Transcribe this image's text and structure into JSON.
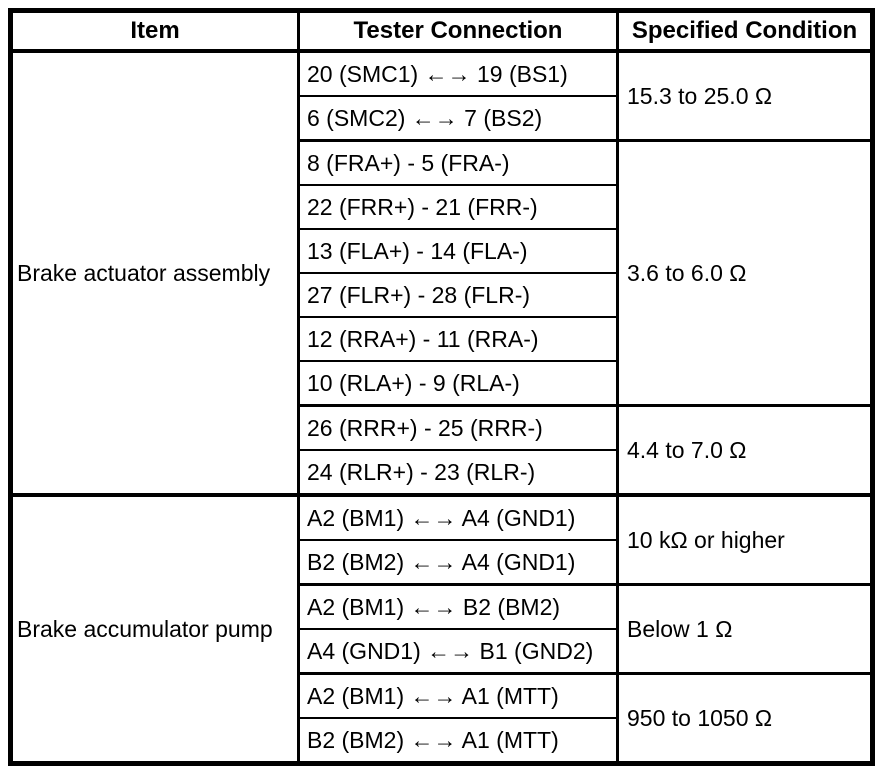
{
  "table": {
    "headers": [
      "Item",
      "Tester Connection",
      "Specified Condition"
    ],
    "sections": [
      {
        "item": "Brake actuator assembly",
        "groups": [
          {
            "connections": [
              "20 (SMC1) ←→ 19 (BS1)",
              "6 (SMC2) ←→ 7 (BS2)"
            ],
            "condition": "15.3 to 25.0 Ω"
          },
          {
            "connections": [
              "8 (FRA+) - 5 (FRA-)",
              "22 (FRR+) - 21 (FRR-)",
              "13 (FLA+) - 14 (FLA-)",
              "27 (FLR+) - 28 (FLR-)",
              "12 (RRA+) - 11 (RRA-)",
              "10 (RLA+) - 9 (RLA-)"
            ],
            "condition": "3.6 to 6.0 Ω"
          },
          {
            "connections": [
              "26 (RRR+) - 25 (RRR-)",
              "24 (RLR+) - 23 (RLR-)"
            ],
            "condition": "4.4 to 7.0 Ω"
          }
        ]
      },
      {
        "item": "Brake accumulator pump",
        "groups": [
          {
            "connections": [
              "A2 (BM1) ←→ A4 (GND1)",
              "B2 (BM2) ←→ A4 (GND1)"
            ],
            "condition": "10 kΩ or higher"
          },
          {
            "connections": [
              "A2 (BM1) ←→ B2 (BM2)",
              "A4 (GND1) ←→ B1 (GND2)"
            ],
            "condition": "Below 1 Ω"
          },
          {
            "connections": [
              "A2 (BM1) ←→ A1 (MTT)",
              "B2 (BM2) ←→ A1 (MTT)"
            ],
            "condition": "950 to 1050 Ω"
          }
        ]
      }
    ]
  }
}
